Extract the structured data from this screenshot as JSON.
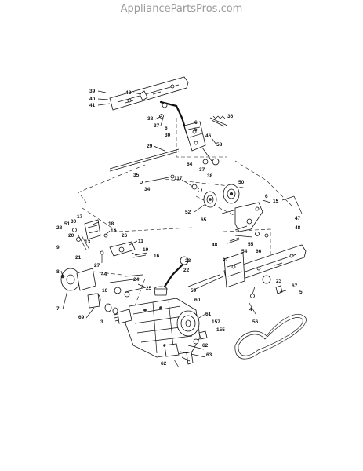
{
  "header": {
    "watermark": "AppliancePartsPros.com"
  },
  "callouts": [
    {
      "id": "c1",
      "text": "39"
    },
    {
      "id": "c2",
      "text": "42"
    },
    {
      "id": "c3",
      "text": "40"
    },
    {
      "id": "c4",
      "text": "41"
    },
    {
      "id": "c5",
      "text": "38"
    },
    {
      "id": "c6",
      "text": "37"
    },
    {
      "id": "c7",
      "text": "6"
    },
    {
      "id": "c8",
      "text": "30"
    },
    {
      "id": "c9",
      "text": "6"
    },
    {
      "id": "c10",
      "text": "5"
    },
    {
      "id": "c11",
      "text": "36"
    },
    {
      "id": "c12",
      "text": "46"
    },
    {
      "id": "c13",
      "text": "58"
    },
    {
      "id": "c14",
      "text": "29"
    },
    {
      "id": "c15",
      "text": "64"
    },
    {
      "id": "c16",
      "text": "37"
    },
    {
      "id": "c17",
      "text": "38"
    },
    {
      "id": "c18",
      "text": "35"
    },
    {
      "id": "c19",
      "text": "34"
    },
    {
      "id": "c20",
      "text": "117"
    },
    {
      "id": "c21",
      "text": "50"
    },
    {
      "id": "c22",
      "text": "6"
    },
    {
      "id": "c23",
      "text": "15"
    },
    {
      "id": "c24",
      "text": "52"
    },
    {
      "id": "c25",
      "text": "65"
    },
    {
      "id": "c26",
      "text": "47"
    },
    {
      "id": "c27",
      "text": "48"
    },
    {
      "id": "c28",
      "text": "17"
    },
    {
      "id": "c29",
      "text": "30"
    },
    {
      "id": "c30",
      "text": "18"
    },
    {
      "id": "c31",
      "text": "28"
    },
    {
      "id": "c32",
      "text": "51"
    },
    {
      "id": "c33",
      "text": "14"
    },
    {
      "id": "c34",
      "text": "20"
    },
    {
      "id": "c35",
      "text": "26"
    },
    {
      "id": "c36",
      "text": "11"
    },
    {
      "id": "c37",
      "text": "13"
    },
    {
      "id": "c38",
      "text": "21"
    },
    {
      "id": "c39",
      "text": "19"
    },
    {
      "id": "c40",
      "text": "16"
    },
    {
      "id": "c41",
      "text": "27"
    },
    {
      "id": "c42",
      "text": "44"
    },
    {
      "id": "c43",
      "text": "9"
    },
    {
      "id": "c44",
      "text": "48"
    },
    {
      "id": "c45",
      "text": "54"
    },
    {
      "id": "c46",
      "text": "55"
    },
    {
      "id": "c47",
      "text": "66"
    },
    {
      "id": "c48",
      "text": "57"
    },
    {
      "id": "c49",
      "text": "8"
    },
    {
      "id": "c50",
      "text": "23"
    },
    {
      "id": "c51",
      "text": "22"
    },
    {
      "id": "c52",
      "text": "24"
    },
    {
      "id": "c53",
      "text": "10"
    },
    {
      "id": "c54",
      "text": "25"
    },
    {
      "id": "c55",
      "text": "59"
    },
    {
      "id": "c56",
      "text": "60"
    },
    {
      "id": "c57",
      "text": "23"
    },
    {
      "id": "c58",
      "text": "67"
    },
    {
      "id": "c59",
      "text": "5"
    },
    {
      "id": "c60",
      "text": "7"
    },
    {
      "id": "c61",
      "text": "69"
    },
    {
      "id": "c62",
      "text": "3"
    },
    {
      "id": "c63",
      "text": "4"
    },
    {
      "id": "c64",
      "text": "61"
    },
    {
      "id": "c65",
      "text": "157"
    },
    {
      "id": "c66",
      "text": "155"
    },
    {
      "id": "c67",
      "text": "56"
    },
    {
      "id": "c68",
      "text": "62"
    },
    {
      "id": "c69",
      "text": "63"
    },
    {
      "id": "c70",
      "text": "62"
    }
  ]
}
